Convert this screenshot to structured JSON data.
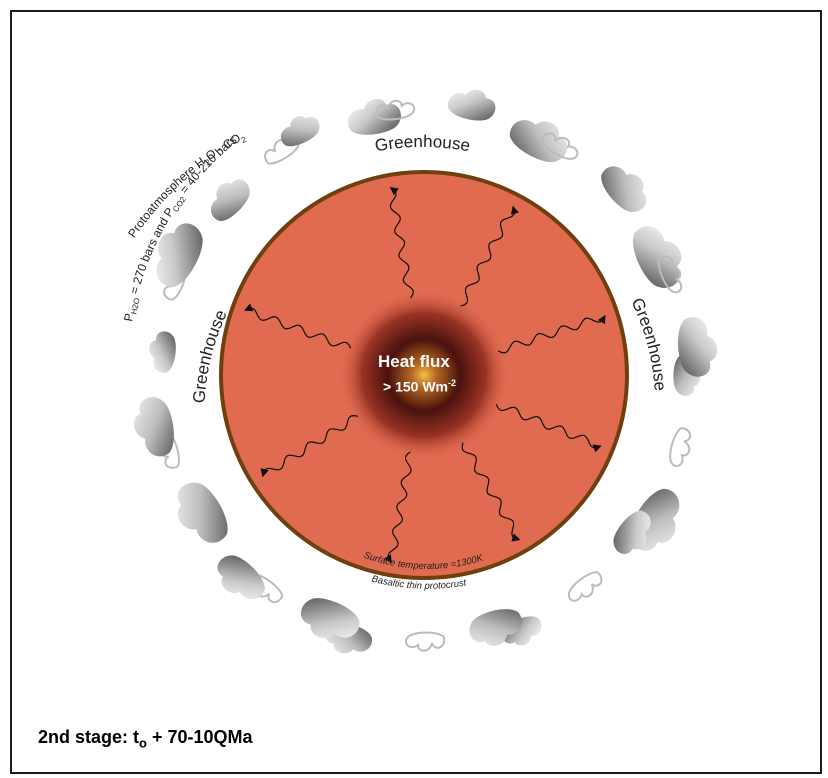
{
  "diagram": {
    "greenhouse_top": "Greenhouse",
    "greenhouse_left": "Greenhouse",
    "greenhouse_right": "Greenhouse",
    "protoatmosphere_line1": "Protoatmosphere H",
    "protoatmosphere_sub1": "2",
    "protoatmosphere_line1b": "O - CO",
    "protoatmosphere_sub2": "2",
    "pressure_p": "P",
    "pressure_sub_h2o": "H2O",
    "pressure_mid": " = 270 bars and P",
    "pressure_sub_co2": "CO2",
    "pressure_end": " = 40-210  bars",
    "heat_flux_title": "Heat flux",
    "heat_flux_value": "> 150 Wm",
    "heat_flux_exp": "-2",
    "surface_temperature": "Surface temperature =1300K",
    "crust_label": "Basaltic thin protocrust",
    "colors": {
      "planet": "#e06b50",
      "rim": "#7a4a12",
      "core": "#3a0e0a",
      "cloud": "#c8c8c8"
    }
  },
  "caption": {
    "stage_text": "2nd stage: t",
    "stage_sub": "o",
    "stage_rest": " + 70-10QMa"
  }
}
